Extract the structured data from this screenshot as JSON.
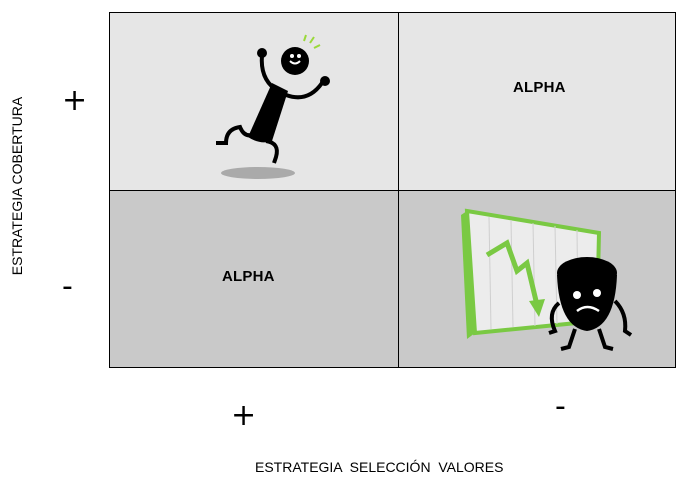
{
  "matrix": {
    "top_right_label": "ALPHA",
    "bottom_left_label": "ALPHA"
  },
  "y_axis": {
    "label": "ESTRATEGIA COBERTURA",
    "top_sign": "+",
    "bottom_sign": "-"
  },
  "x_axis": {
    "label": "ESTRATEGIA  SELECCIÓN  VALORES",
    "left_sign": "+",
    "right_sign": "-"
  },
  "colors": {
    "top_row_fill": "#e6e6e6",
    "bottom_row_fill": "#c9c9c9",
    "accent_green": "#7ac943"
  },
  "illustrations": {
    "top_left": "happy-jumping-figure-icon",
    "bottom_right": "sad-figure-falling-chart-icon"
  }
}
